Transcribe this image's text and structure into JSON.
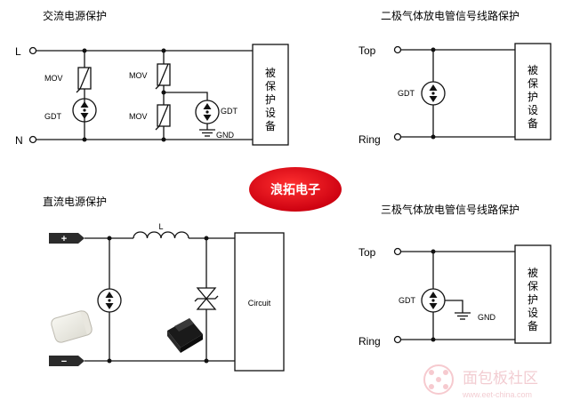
{
  "ac": {
    "title": "交流电源保护",
    "terminal_l": "L",
    "terminal_n": "N",
    "mov1": "MOV",
    "gdt1": "GDT",
    "mov2": "MOV",
    "mov3": "MOV",
    "gdt2": "GDT",
    "gnd": "GND",
    "device": [
      "被",
      "保",
      "护",
      "设",
      "备"
    ]
  },
  "two_pole": {
    "title": "二极气体放电管信号线路保护",
    "top": "Top",
    "ring": "Ring",
    "gdt": "GDT",
    "device": [
      "被",
      "保",
      "护",
      "设",
      "备"
    ]
  },
  "dc": {
    "title": "直流电源保护",
    "plus": "+",
    "minus": "−",
    "inductor": "L",
    "circuit": "Circuit"
  },
  "three_pole": {
    "title": "三极气体放电管信号线路保护",
    "top": "Top",
    "ring": "Ring",
    "gdt": "GDT",
    "gnd": "GND",
    "device": [
      "被",
      "保",
      "护",
      "设",
      "备"
    ]
  },
  "badge": {
    "text": "浪拓电子",
    "color": "#e60012"
  },
  "watermark": {
    "text": "面包板社区",
    "url": "www.eet-china.com"
  }
}
